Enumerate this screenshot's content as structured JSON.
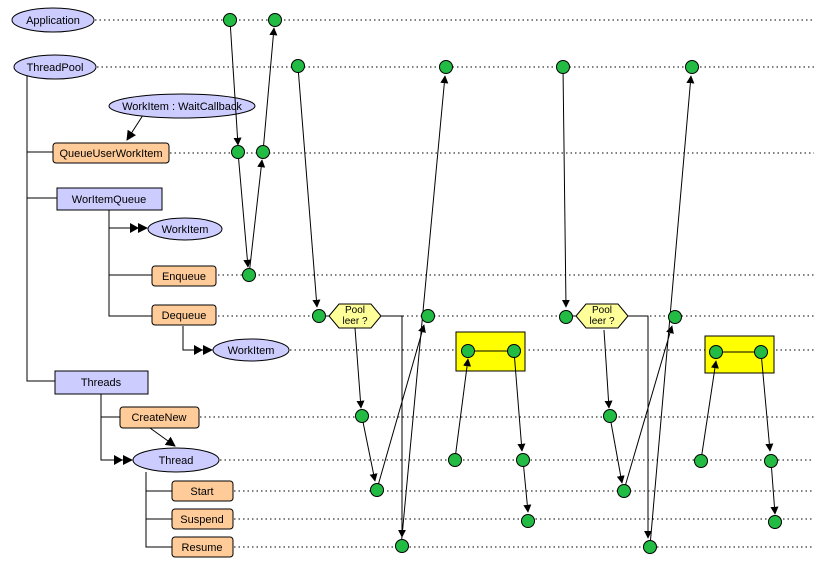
{
  "colors": {
    "ellipse_fill": "#ccccff",
    "method_fill": "#ffcc99",
    "class_fill": "#ccccff",
    "node_fill": "#22bb44",
    "decision_fill": "#ffff99",
    "highlight_fill": "#ffff00",
    "line": "#000000"
  },
  "labels": {
    "application": "Application",
    "threadpool": "ThreadPool",
    "workitem_waitcallback": "WorkItem : WaitCallback",
    "queueuserworkitem": "QueueUserWorkItem",
    "workitemqueue": "WorItemQueue",
    "workitem_a": "WorkItem",
    "enqueue": "Enqueue",
    "dequeue": "Dequeue",
    "workitem_b": "WorkItem",
    "threads": "Threads",
    "createnew": "CreateNew",
    "thread": "Thread",
    "start": "Start",
    "suspend": "Suspend",
    "resume": "Resume",
    "decision_1_line1": "Pool",
    "decision_1_line2": "leer ?",
    "decision_2_line1": "Pool",
    "decision_2_line2": "leer ?"
  }
}
